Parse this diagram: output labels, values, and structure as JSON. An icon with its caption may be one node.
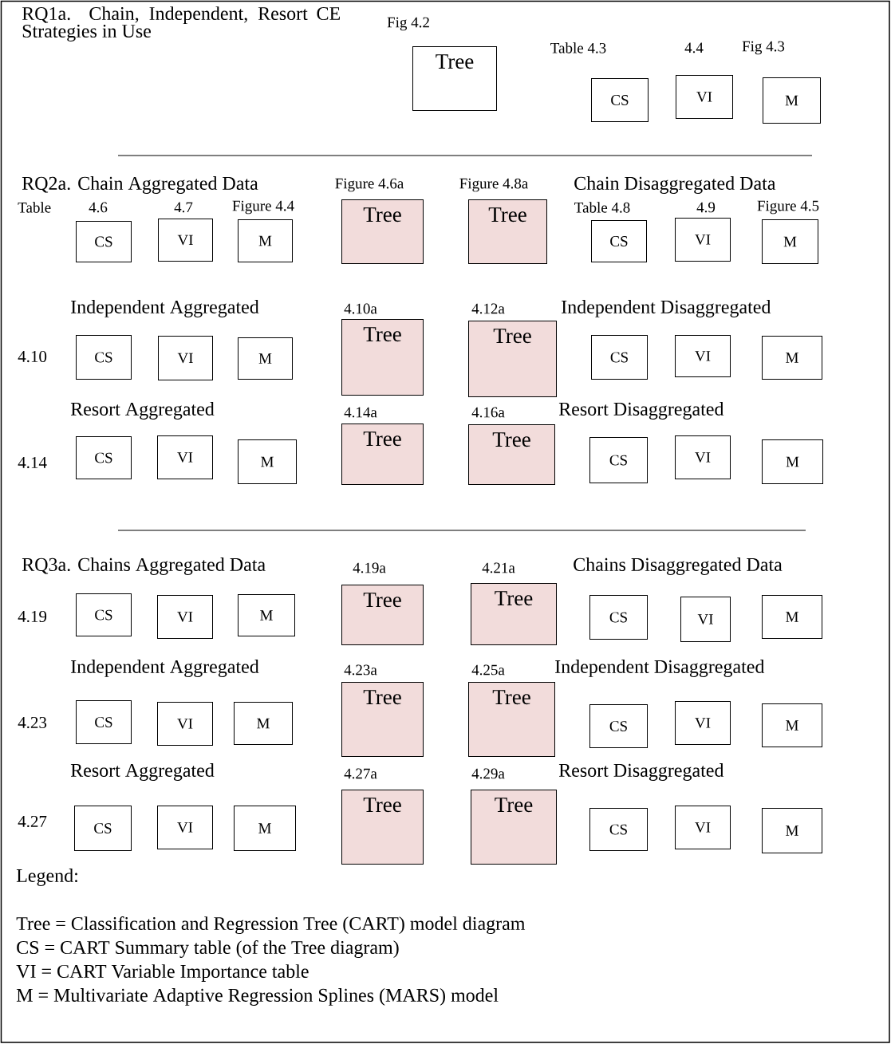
{
  "diagram": {
    "nodes": [
      {
        "text": [
          "Tree"
        ]
      },
      {
        "text": [
          "CS"
        ]
      },
      {
        "text": [
          "VI"
        ]
      },
      {
        "text": [
          "M"
        ]
      },
      {
        "text": [
          "CS"
        ]
      },
      {
        "text": [
          "VI"
        ]
      },
      {
        "text": [
          "M"
        ]
      },
      {
        "text": [
          "Tree"
        ]
      },
      {
        "text": [
          "Tree"
        ]
      },
      {
        "text": [
          "CS"
        ]
      },
      {
        "text": [
          "VI"
        ]
      },
      {
        "text": [
          "M"
        ]
      },
      {
        "text": [
          "CS"
        ]
      },
      {
        "text": [
          "VI"
        ]
      },
      {
        "text": [
          "M"
        ]
      },
      {
        "text": [
          "Tree"
        ]
      },
      {
        "text": [
          "Tree"
        ]
      },
      {
        "text": [
          "CS"
        ]
      },
      {
        "text": [
          "VI"
        ]
      },
      {
        "text": [
          "M"
        ]
      },
      {
        "text": [
          "CS"
        ]
      },
      {
        "text": [
          "VI"
        ]
      },
      {
        "text": [
          "M"
        ]
      },
      {
        "text": [
          "Tree"
        ]
      },
      {
        "text": [
          "Tree"
        ]
      },
      {
        "text": [
          "CS"
        ]
      },
      {
        "text": [
          "VI"
        ]
      },
      {
        "text": [
          "M"
        ]
      },
      {
        "text": [
          "CS"
        ]
      },
      {
        "text": [
          "VI"
        ]
      },
      {
        "text": [
          "M"
        ]
      },
      {
        "text": [
          "Tree"
        ]
      },
      {
        "text": [
          "Tree"
        ]
      },
      {
        "text": [
          "CS"
        ]
      },
      {
        "text": [
          "VI"
        ]
      },
      {
        "text": [
          "M"
        ]
      },
      {
        "text": [
          "CS"
        ]
      },
      {
        "text": [
          "VI"
        ]
      },
      {
        "text": [
          "M"
        ]
      },
      {
        "text": [
          "Tree"
        ]
      },
      {
        "text": [
          "Tree"
        ]
      },
      {
        "text": [
          "CS"
        ]
      },
      {
        "text": [
          "VI"
        ]
      },
      {
        "text": [
          "M"
        ]
      },
      {
        "text": [
          "CS"
        ]
      },
      {
        "text": [
          "VI"
        ]
      },
      {
        "text": [
          "M"
        ]
      },
      {
        "text": [
          "Tree"
        ]
      },
      {
        "text": [
          "Tree"
        ]
      },
      {
        "text": [
          "CS"
        ]
      },
      {
        "text": [
          "VI"
        ]
      },
      {
        "text": [
          "M"
        ]
      }
    ],
    "labels": [
      "RQ1a. Chain, Independent, Resort CE Strategies in Use",
      "Fig 4.2",
      "Table 4.3",
      "4.4",
      "Fig 4.3",
      "RQ2a. Chain Aggregated Data",
      "Figure 4.6a",
      "Figure 4.8a",
      "Chain Disaggregated Data",
      "Table",
      "4.6",
      "4.7",
      "Figure 4.4",
      "Table 4.8",
      "4.9",
      "Figure 4.5",
      "Independent Aggregated",
      "4.10a",
      "4.12a",
      "Independent Disaggregated",
      "4.10",
      "Resort Aggregated",
      "4.14a",
      "4.16a",
      "Resort Disaggregated",
      "4.14",
      "RQ3a. Chains Aggregated Data",
      "4.19a",
      "4.21a",
      "Chains Disaggregated Data",
      "4.19",
      "Independent Aggregated",
      "4.23a",
      "4.25a",
      "Independent Disaggregated",
      "4.23",
      "Resort Aggregated",
      "4.27a",
      "4.29a",
      "Resort Disaggregated",
      "4.27",
      "Legend:",
      "Tree = Classification and Regression Tree (CART) model diagram",
      "CS = CART Summary table (of the Tree diagram)",
      "VI = CART Variable Importance table",
      "M = Multivariate Adaptive Regression Splines (MARS) model"
    ]
  }
}
